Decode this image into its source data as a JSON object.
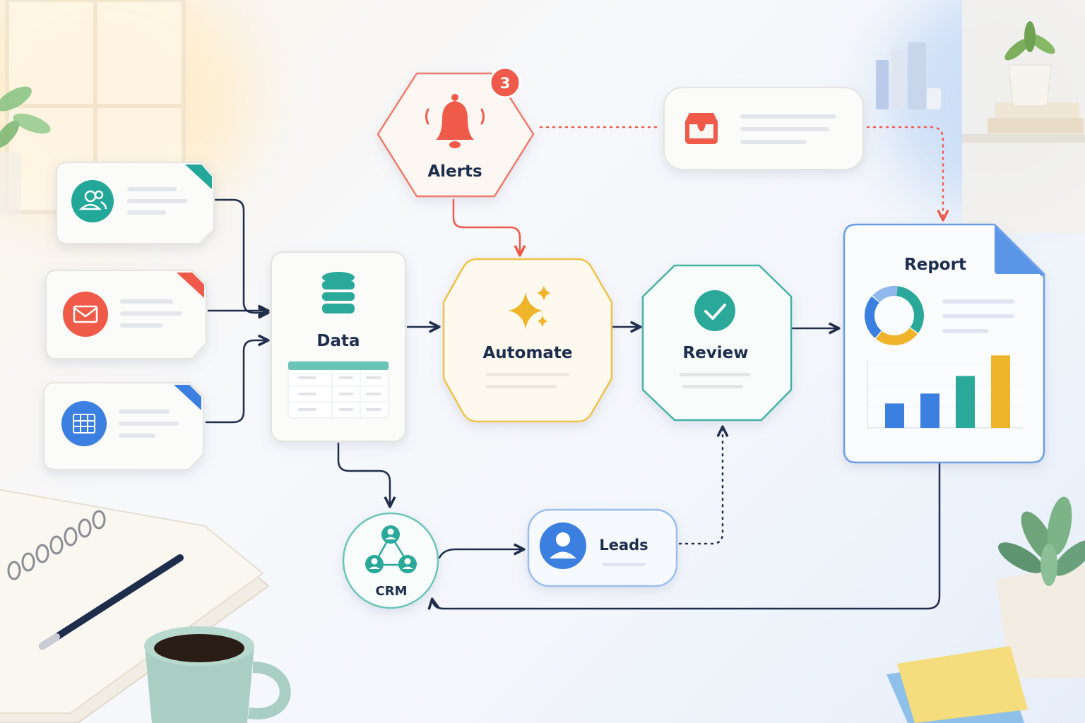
{
  "nodes": {
    "alerts": {
      "label": "Alerts",
      "badge": "3",
      "color": "#ef5a4a"
    },
    "data": {
      "label": "Data",
      "color": "#2aa89a"
    },
    "automate": {
      "label": "Automate",
      "color": "#f0b429"
    },
    "review": {
      "label": "Review",
      "color": "#2aa89a"
    },
    "report": {
      "label": "Report",
      "color": "#3a7fe0"
    },
    "crm": {
      "label": "CRM",
      "color": "#2aa89a"
    },
    "leads": {
      "label": "Leads",
      "color": "#3a7fe0"
    }
  },
  "sources": [
    {
      "icon": "users-icon",
      "color": "#22a799"
    },
    {
      "icon": "mail-icon",
      "color": "#ef5a4a"
    },
    {
      "icon": "grid-icon",
      "color": "#3a7fe0"
    }
  ],
  "inbox": {
    "icon": "inbox-icon",
    "color": "#ef5a4a"
  },
  "report_chart": {
    "donut": [
      {
        "value": 35,
        "color": "#2aa89a"
      },
      {
        "value": 25,
        "color": "#f0b429"
      },
      {
        "value": 25,
        "color": "#3a7fe0"
      },
      {
        "value": 15,
        "color": "#8fb8ee"
      }
    ],
    "bars": [
      {
        "value": 0.32,
        "color": "#3a7fe0"
      },
      {
        "value": 0.45,
        "color": "#3a7fe0"
      },
      {
        "value": 0.68,
        "color": "#2aa89a"
      },
      {
        "value": 0.95,
        "color": "#f0b429"
      }
    ]
  },
  "colors": {
    "navy": "#1f2d4d",
    "red": "#ef5a4a",
    "teal": "#2aa89a",
    "yellow": "#f0b429",
    "blue": "#3a7fe0"
  }
}
